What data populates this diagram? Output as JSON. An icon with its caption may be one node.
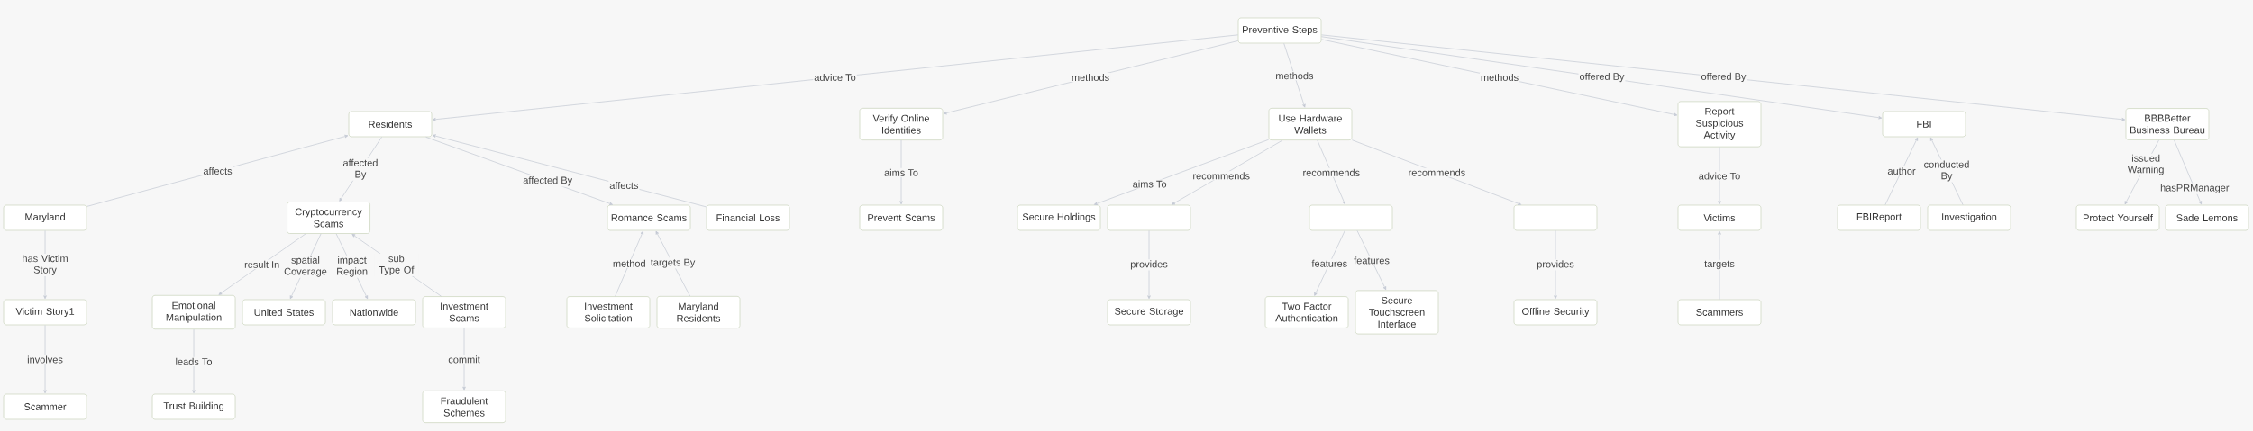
{
  "diagram": {
    "nodes": [
      {
        "text": [
          "Preventive Steps"
        ]
      },
      {
        "text": [
          "Residents"
        ]
      },
      {
        "text": [
          "Verify Online Identities"
        ]
      },
      {
        "text": [
          "Use Hardware Wallets"
        ]
      },
      {
        "text": [
          "Report Suspicious Activity"
        ]
      },
      {
        "text": [
          "FBI"
        ]
      },
      {
        "text": [
          "BBBBetter Business Bureau"
        ]
      },
      {
        "text": [
          "Maryland"
        ]
      },
      {
        "text": [
          "Cryptocurrency Scams"
        ]
      },
      {
        "text": [
          "Romance Scams"
        ]
      },
      {
        "text": [
          "Financial Loss"
        ]
      },
      {
        "text": [
          "Prevent Scams"
        ]
      },
      {
        "text": [
          "Secure Holdings"
        ]
      },
      {
        "text": [],
        "shape": "box"
      },
      {
        "text": [],
        "shape": "box"
      },
      {
        "text": [],
        "shape": "box"
      },
      {
        "text": [
          "Victims"
        ]
      },
      {
        "text": [
          "FBIReport"
        ]
      },
      {
        "text": [
          "Investigation"
        ]
      },
      {
        "text": [
          "Protect Yourself"
        ]
      },
      {
        "text": [
          "Sade Lemons"
        ]
      },
      {
        "text": [
          "Victim Story1"
        ]
      },
      {
        "text": [
          "Emotional Manipulation"
        ]
      },
      {
        "text": [
          "United States"
        ]
      },
      {
        "text": [
          "Nationwide"
        ]
      },
      {
        "text": [
          "Investment Scams"
        ]
      },
      {
        "text": [
          "Investment Solicitation"
        ]
      },
      {
        "text": [
          "Maryland Residents"
        ]
      },
      {
        "text": [
          "Secure Storage"
        ]
      },
      {
        "text": [
          "Two Factor Authentication"
        ]
      },
      {
        "text": [
          "Secure Touchscreen Interface"
        ]
      },
      {
        "text": [
          "Offline Security"
        ]
      },
      {
        "text": [
          "Scammers"
        ]
      },
      {
        "text": [
          "Scammer"
        ]
      },
      {
        "text": [
          "Trust Building"
        ]
      },
      {
        "text": [
          "Fraudulent Schemes"
        ]
      }
    ],
    "edges": [
      {
        "from": 0,
        "to": 1,
        "arrow": "to",
        "label": "advice To"
      },
      {
        "from": 0,
        "to": 2,
        "arrow": "to",
        "label": "methods"
      },
      {
        "from": 0,
        "to": 3,
        "arrow": "to",
        "label": "methods"
      },
      {
        "from": 0,
        "to": 4,
        "arrow": "to",
        "label": "methods"
      },
      {
        "from": 0,
        "to": 5,
        "arrow": "to",
        "label": "offered By"
      },
      {
        "from": 0,
        "to": 6,
        "arrow": "to",
        "label": "offered By"
      },
      {
        "from": 7,
        "to": 1,
        "arrow": "to",
        "label": "affects"
      },
      {
        "from": 1,
        "to": 8,
        "arrow": "to",
        "label": "affected By"
      },
      {
        "from": 1,
        "to": 9,
        "arrow": "to",
        "label": "affected By"
      },
      {
        "from": 10,
        "to": 1,
        "arrow": "to",
        "label": "affects"
      },
      {
        "from": 2,
        "to": 11,
        "arrow": "to",
        "label": "aims To"
      },
      {
        "from": 3,
        "to": 12,
        "arrow": "to",
        "label": "aims To"
      },
      {
        "from": 3,
        "to": 13,
        "arrow": "to",
        "label": "recommends"
      },
      {
        "from": 3,
        "to": 14,
        "arrow": "to",
        "label": "recommends"
      },
      {
        "from": 3,
        "to": 15,
        "arrow": "to",
        "label": "recommends"
      },
      {
        "from": 4,
        "to": 16,
        "arrow": "to",
        "label": "advice To"
      },
      {
        "from": 17,
        "to": 5,
        "arrow": "to",
        "label": "author"
      },
      {
        "from": 18,
        "to": 5,
        "arrow": "to",
        "label": "conducted By"
      },
      {
        "from": 6,
        "to": 19,
        "arrow": "to",
        "label": "issued Warning"
      },
      {
        "from": 6,
        "to": 20,
        "arrow": "to",
        "label": "hasPRManager"
      },
      {
        "from": 7,
        "to": 21,
        "arrow": "to",
        "label": "has Victim Story"
      },
      {
        "from": 8,
        "to": 22,
        "arrow": "to",
        "label": "result In"
      },
      {
        "from": 8,
        "to": 23,
        "arrow": "to",
        "label": "spatial Coverage"
      },
      {
        "from": 8,
        "to": 24,
        "arrow": "to",
        "label": "impact Region"
      },
      {
        "from": 25,
        "to": 8,
        "arrow": "to",
        "label": "sub Type Of"
      },
      {
        "from": 26,
        "to": 9,
        "arrow": "to",
        "label": "method"
      },
      {
        "from": 27,
        "to": 9,
        "arrow": "to",
        "label": "targets By"
      },
      {
        "from": 13,
        "to": 28,
        "arrow": "to",
        "label": "provides"
      },
      {
        "from": 14,
        "to": 29,
        "arrow": "to",
        "label": "features"
      },
      {
        "from": 14,
        "to": 30,
        "arrow": "to",
        "label": "features"
      },
      {
        "from": 15,
        "to": 31,
        "arrow": "to",
        "label": "provides"
      },
      {
        "from": 32,
        "to": 16,
        "arrow": "to",
        "label": "targets"
      },
      {
        "from": 21,
        "to": 33,
        "arrow": "to",
        "label": "involves"
      },
      {
        "from": 22,
        "to": 34,
        "arrow": "to",
        "label": "leads To"
      },
      {
        "from": 25,
        "to": 35,
        "arrow": "to",
        "label": "commit"
      }
    ]
  }
}
